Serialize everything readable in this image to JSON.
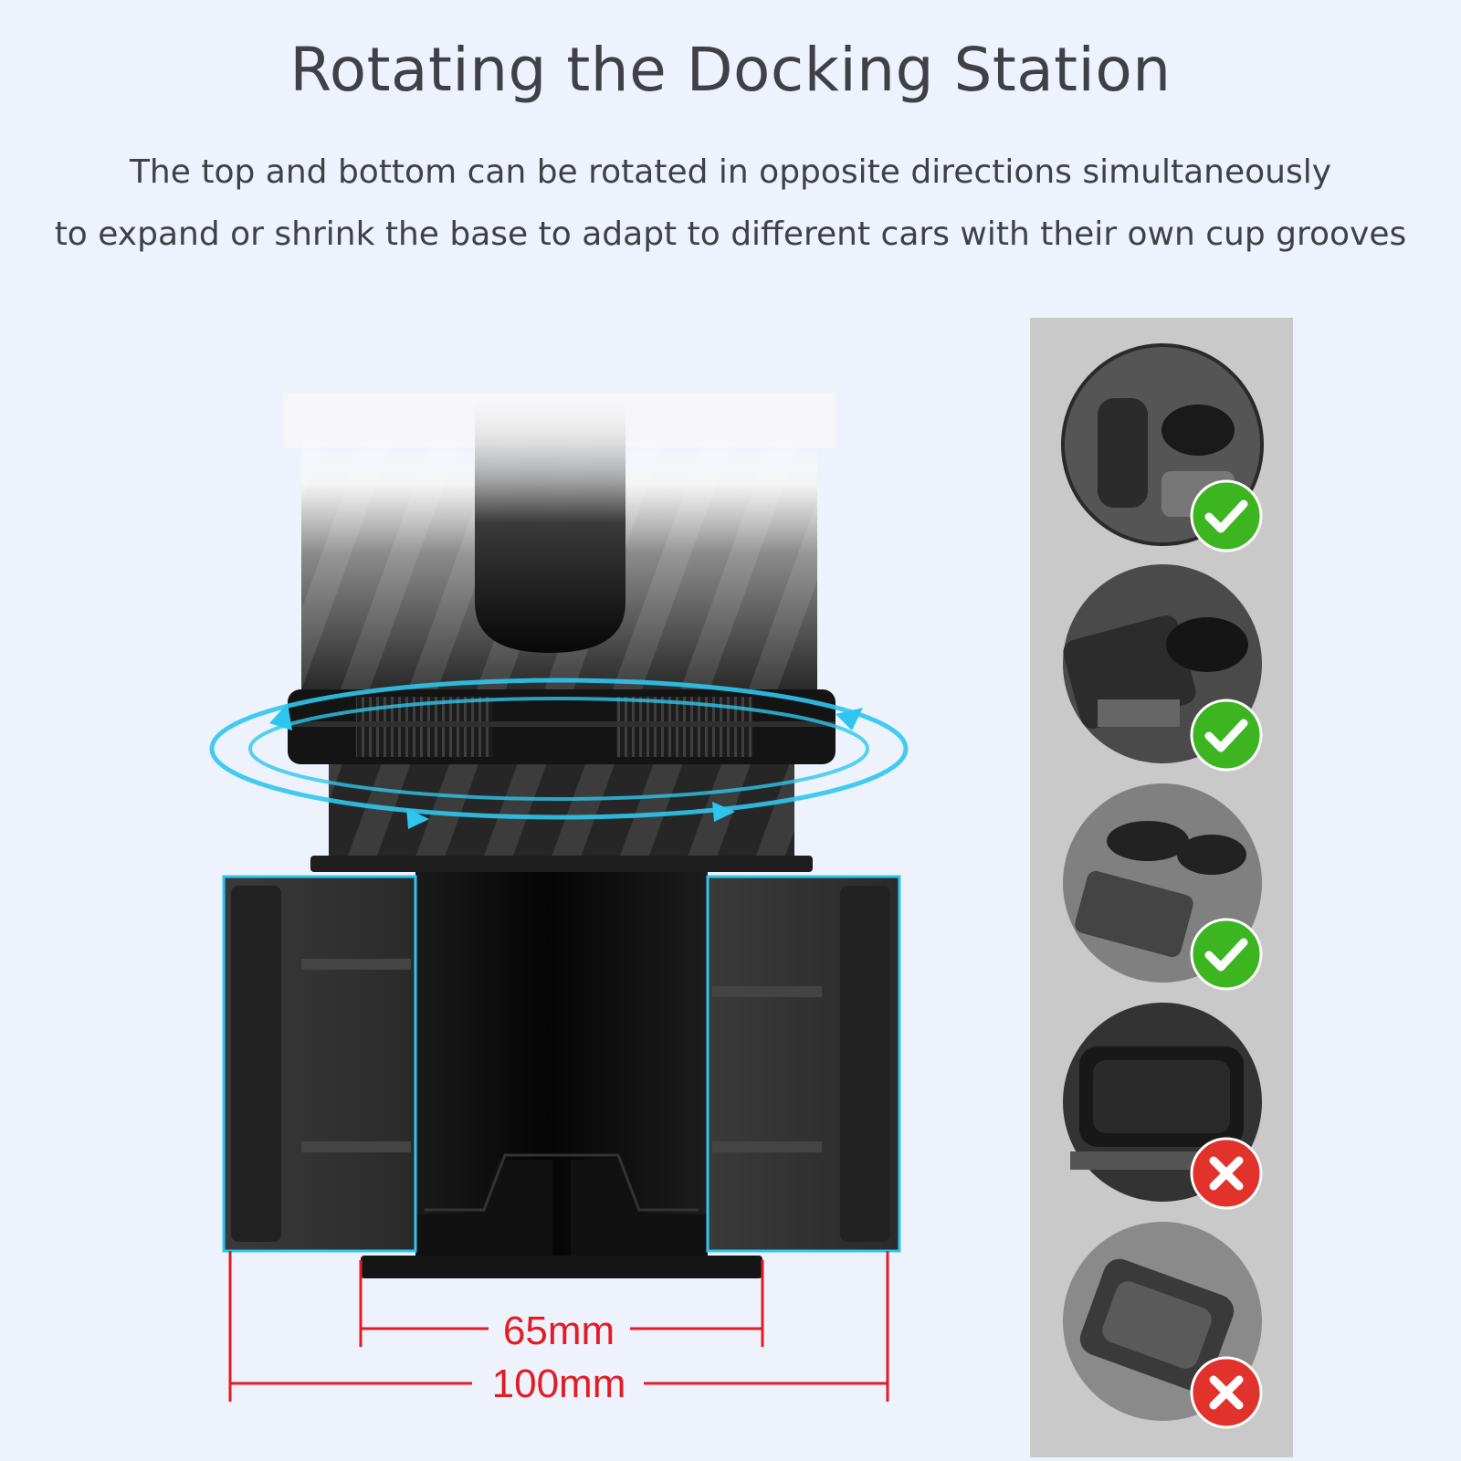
{
  "header": {
    "title": "Rotating the Docking Station",
    "subtitle_line1": "The top and bottom can be rotated in opposite directions simultaneously",
    "subtitle_line2": "to expand or shrink the base to adapt to different cars with their own cup grooves"
  },
  "dimensions": {
    "inner": "65mm",
    "outer": "100mm"
  },
  "compatibility": [
    {
      "status": "check-icon"
    },
    {
      "status": "check-icon"
    },
    {
      "status": "check-icon"
    },
    {
      "status": "cross-icon"
    },
    {
      "status": "cross-icon"
    }
  ],
  "colors": {
    "background": "#eef2fc",
    "text": "#3f4147",
    "measure_red": "#e31c24",
    "rotation_cyan": "#2ec6ee",
    "check_green": "#3cb521",
    "cross_red": "#e2322c"
  }
}
